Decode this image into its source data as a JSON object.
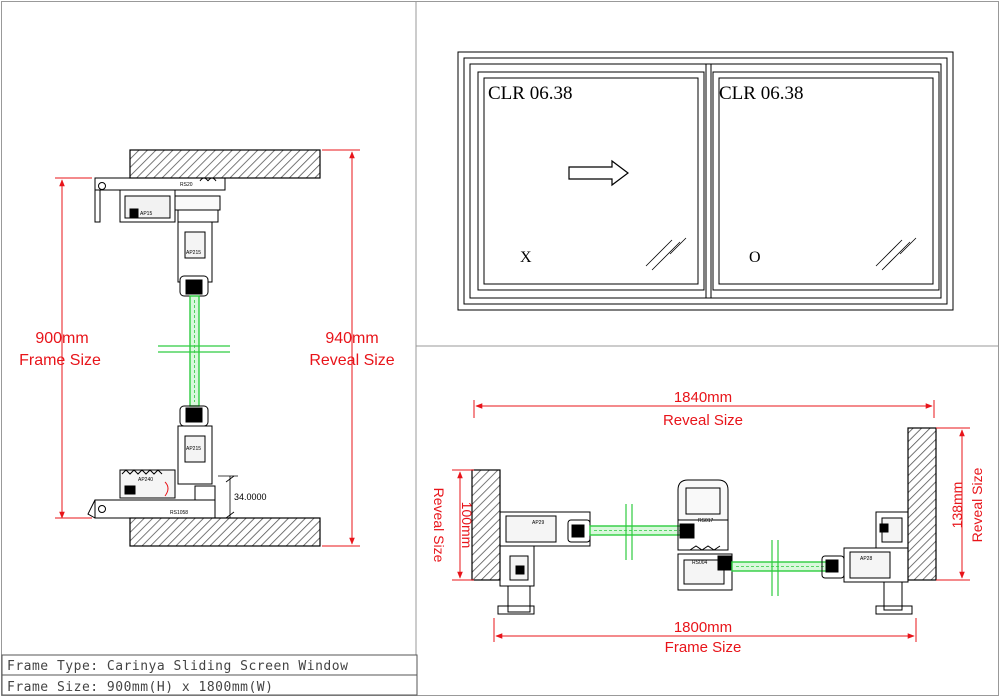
{
  "vertical_section": {
    "frame_dim": {
      "value": "900mm",
      "caption": "Frame Size"
    },
    "reveal_dim": {
      "value": "940mm",
      "caption": "Reveal Size"
    },
    "height_dim": "34.0000",
    "profile_codes": [
      "RS20",
      "AP15",
      "AP215",
      "AP215",
      "AP240",
      "RS1058"
    ]
  },
  "elevation": {
    "left_panel": {
      "glass": "CLR 06.38",
      "mark": "X"
    },
    "right_panel": {
      "glass": "CLR 06.38",
      "mark": "O"
    }
  },
  "horizontal_section": {
    "reveal_width": {
      "value": "1840mm",
      "caption": "Reveal Size"
    },
    "frame_width": {
      "value": "1800mm",
      "caption": "Frame Size"
    },
    "left_reveal": {
      "value": "100mm",
      "caption": "Reveal Size"
    },
    "right_reveal": {
      "value": "138mm",
      "caption": "Reveal Size"
    },
    "profile_codes": [
      "AP29",
      "RS017",
      "RS004",
      "AP28"
    ]
  },
  "title_block": {
    "frame_type": "Frame Type: Carinya Sliding Screen Window",
    "frame_size": "Frame Size: 900mm(H) x 1800mm(W)"
  },
  "colors": {
    "dimension": "#e8141a",
    "glazing": "#2ecc40",
    "line": "#000000"
  }
}
